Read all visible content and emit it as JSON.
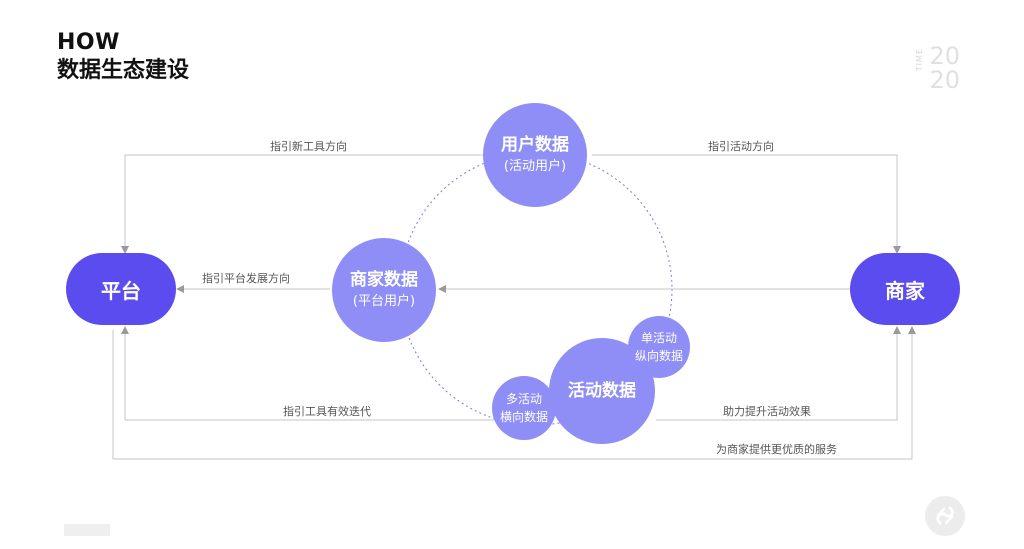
{
  "header": {
    "title_line1": "HOW",
    "title_line2": "数据生态建设",
    "time_label": "TIME",
    "year_top": "20",
    "year_bottom": "20"
  },
  "nodes": {
    "platform": "平台",
    "merchant": "商家",
    "user_data": {
      "main": "用户数据",
      "sub": "(活动用户)"
    },
    "merchant_data": {
      "main": "商家数据",
      "sub": "(平台用户)"
    },
    "activity_data": {
      "main": "活动数据"
    },
    "single_activity": {
      "line1": "单活动",
      "line2": "纵向数据"
    },
    "multi_activity": {
      "line1": "多活动",
      "line2": "横向数据"
    }
  },
  "edges": {
    "guide_new_tool": "指引新工具方向",
    "guide_activity": "指引活动方向",
    "guide_platform": "指引平台发展方向",
    "guide_tool_iteration": "指引工具有效迭代",
    "help_activity_effect": "助力提升活动效果",
    "better_service": "为商家提供更优质的服务"
  },
  "colors": {
    "pill": "#5b4cf0",
    "circle": "#8f8ef6",
    "line": "#bdbdbd",
    "dashed_ring": "#7b78ee"
  }
}
